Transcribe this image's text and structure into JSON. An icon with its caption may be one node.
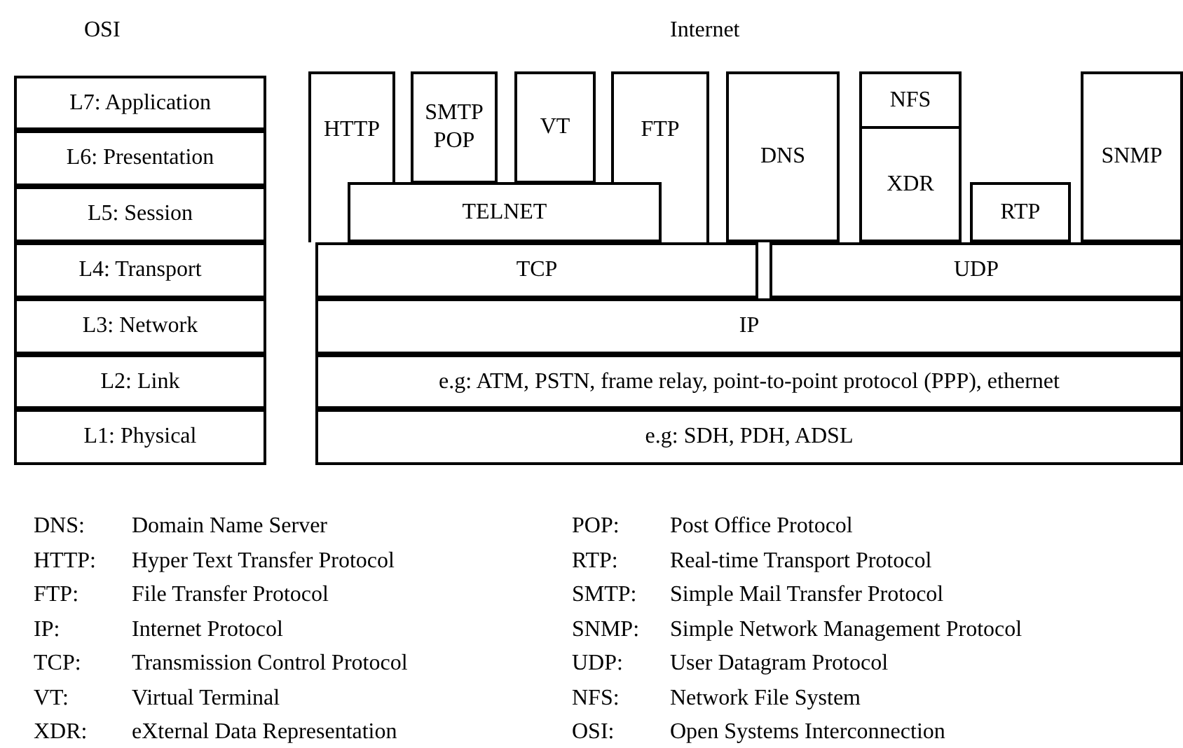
{
  "diagram": {
    "nodes": [
      {
        "text": [
          "L7: Application"
        ]
      },
      {
        "text": [
          "L6: Presentation"
        ]
      },
      {
        "text": [
          "L5: Session"
        ]
      },
      {
        "text": [
          "L4: Transport"
        ]
      },
      {
        "text": [
          "L3: Network"
        ]
      },
      {
        "text": [
          "L2: Link"
        ]
      },
      {
        "text": [
          "L1: Physical"
        ]
      },
      {
        "text": [
          "HTTP"
        ]
      },
      {
        "text": [
          "SMTP POP"
        ]
      },
      {
        "text": [
          "VT"
        ]
      },
      {
        "text": [
          "FTP"
        ]
      },
      {
        "text": [
          "TELNET"
        ]
      },
      {
        "text": [
          "DNS"
        ]
      },
      {
        "text": [
          "NFS"
        ]
      },
      {
        "text": [
          "XDR"
        ]
      },
      {
        "text": [
          "RTP"
        ]
      },
      {
        "text": [
          "SNMP"
        ]
      },
      {
        "text": [
          "TCP"
        ]
      },
      {
        "text": [
          "UDP"
        ]
      },
      {
        "text": [
          "IP"
        ]
      },
      {
        "text": [
          "e.g: ATM, PSTN, frame relay, point-to-point protocol (PPP), ethernet"
        ]
      },
      {
        "text": [
          "e.g: SDH, PDH, ADSL"
        ]
      }
    ],
    "labels": [
      "OSI",
      "Internet",
      "DNS:",
      "Domain Name Server",
      "POP:",
      "Post Office Protocol",
      "HTTP:",
      "Hyper Text Transfer Protocol",
      "RTP:",
      "Real-time Transport Protocol",
      "FTP:",
      "File Transfer Protocol",
      "SMTP:",
      "Simple Mail Transfer Protocol",
      "IP:",
      "Internet Protocol",
      "SNMP:",
      "Simple Network Management Protocol",
      "TCP:",
      "Transmission Control Protocol",
      "UDP:",
      "User Datagram Protocol",
      "VT:",
      "Virtual Terminal",
      "NFS:",
      "Network File System",
      "XDR:",
      "eXternal Data Representation",
      "OSI:",
      "Open Systems Interconnection"
    ]
  }
}
